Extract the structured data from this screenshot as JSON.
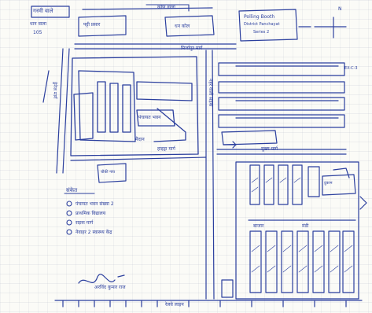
{
  "ribbon": "Chart",
  "labels": {
    "top_left_1": "गरमी वाले",
    "top_left_2": "धान वाला",
    "top_left_3": "105",
    "top_center": "कोण वाला",
    "box_top_left": "पट्टी प्रसार",
    "box_top_mid": "धन कोल",
    "stamp_line1": "Polling Booth",
    "stamp_line2": "District Panchayat",
    "stamp_line3": "Series 2",
    "road_top": "मिर्जापुर मार्ग",
    "road_left": "ड्रेनेज मार्ग",
    "road_right_vertical": "नहर वाली सड़क",
    "road_mid_bottom": "हाइड्रा मार्ग",
    "road_right_mid": "मुख्य मार्ग",
    "building_center": "पंचायत भवन",
    "yard_label": "मैदान",
    "top_right_corner": "N",
    "right_margin_top": "EX-C-3",
    "market_left_label": "बाजार",
    "market_right_label": "मंडी",
    "shop_label": "दुकान",
    "small_box": "चौकी गांव",
    "legend_title": "संकेत",
    "legend_1": "पंचायत भवन संख्या 2",
    "legend_2": "प्राथमिक विद्यालय",
    "legend_3": "सड़क मार्ग",
    "legend_4": "नेवाहर 2 स्वास्थ्य केंद्र",
    "signature": "अरविंद कुमार राज",
    "bottom_road": "रेलवे लाइन"
  }
}
